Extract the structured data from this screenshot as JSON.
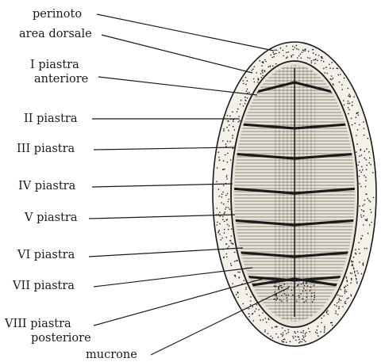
{
  "labels": {
    "perinoto": "perinoto",
    "area_dorsale": "area dorsale",
    "piastra_1": "I piastra",
    "anteriore": "anteriore",
    "piastra_2": "II piastra",
    "piastra_3": "III piastra",
    "piastra_4": "IV piastra",
    "piastra_5": "V piastra",
    "piastra_6": "VI piastra",
    "piastra_7": "VII piastra",
    "piastra_8": "VIII piastra",
    "posteriore": "posteriore",
    "mucrone": "mucrone"
  },
  "colors": {
    "ink": "#1a1a1a",
    "paper": "#ffffff",
    "girdle_fill": "#f4f1ea"
  }
}
